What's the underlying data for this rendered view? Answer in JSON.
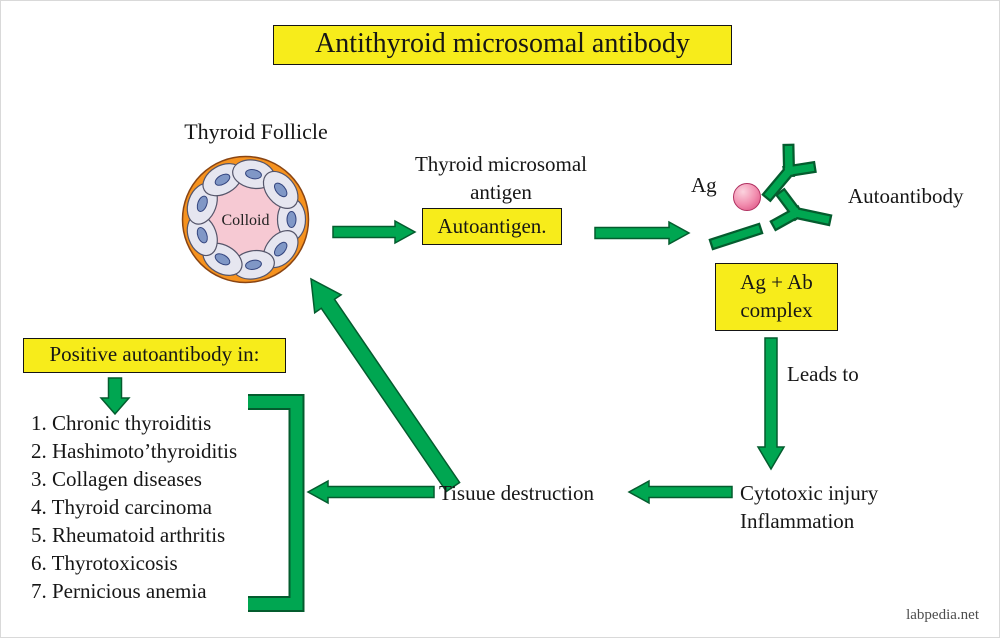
{
  "title": "Antithyroid microsomal antibody",
  "follicle": {
    "label": "Thyroid Follicle",
    "colloid": "Colloid"
  },
  "antigen": {
    "line1": "Thyroid microsomal",
    "line2": "antigen",
    "box": "Autoantigen."
  },
  "complex": {
    "ag": "Ag",
    "autoantibody": "Autoantibody",
    "box_line1": "Ag + Ab",
    "box_line2": "complex"
  },
  "flow": {
    "leads_to": "Leads to",
    "injury_line1": "Cytotoxic injury",
    "injury_line2": "Inflammation",
    "tissue": "Tisuue destruction"
  },
  "positive": {
    "header": "Positive autoantibody in:",
    "items": [
      "1. Chronic thyroiditis",
      "2. Hashimoto’thyroiditis",
      "3. Collagen diseases",
      "4. Thyroid carcinoma",
      "5. Rheumatoid arthritis",
      "6. Thyrotoxicosis",
      "7. Pernicious anemia"
    ]
  },
  "watermark": "labpedia.net",
  "colors": {
    "highlight": "#F7EC1B",
    "arrow": "#00A651"
  }
}
